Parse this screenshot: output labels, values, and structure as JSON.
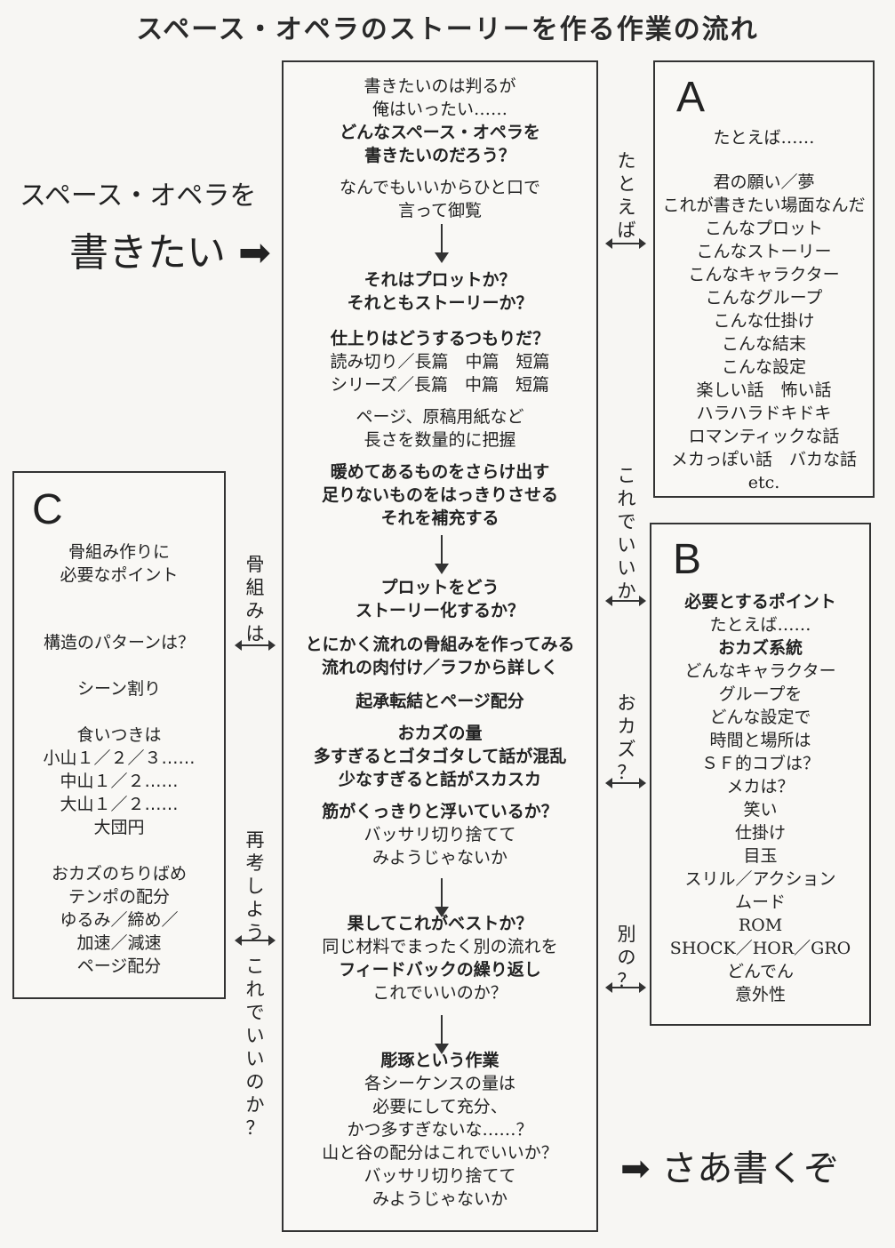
{
  "title": "スペース・オペラのストーリーを作る作業の流れ",
  "left_label": {
    "line1": "スペース・オペラを",
    "line2": "書きたい ➡"
  },
  "end_label": "➡ さあ書くぞ",
  "center_lines": [
    {
      "text": "書きたいのは判るが",
      "bold": false
    },
    {
      "text": "俺はいったい……",
      "bold": false
    },
    {
      "text": "どんなスペース・オペラを",
      "bold": true
    },
    {
      "text": "書きたいのだろう？",
      "bold": true
    },
    {
      "text": "なんでもいいからひと口で",
      "bold": false
    },
    {
      "text": "言って御覧",
      "bold": false
    },
    {
      "text": "それはプロットか？",
      "bold": true
    },
    {
      "text": "それともストーリーか？",
      "bold": true
    },
    {
      "text": "仕上りはどうするつもりだ？",
      "bold": true
    },
    {
      "text": "読み切り／長篇　中篇　短篇",
      "bold": false
    },
    {
      "text": "シリーズ／長篇　中篇　短篇",
      "bold": false
    },
    {
      "text": "ページ、原稿用紙など",
      "bold": false
    },
    {
      "text": "長さを数量的に把握",
      "bold": false
    },
    {
      "text": "暖めてあるものをさらけ出す",
      "bold": true
    },
    {
      "text": "足りないものをはっきりさせる",
      "bold": true
    },
    {
      "text": "それを補充する",
      "bold": true
    },
    {
      "text": "プロットをどう",
      "bold": true
    },
    {
      "text": "ストーリー化するか？",
      "bold": true
    },
    {
      "text": "とにかく流れの骨組みを作ってみる",
      "bold": true
    },
    {
      "text": "流れの肉付け／ラフから詳しく",
      "bold": true
    },
    {
      "text": "起承転結とページ配分",
      "bold": true
    },
    {
      "text": "おカズの量",
      "bold": true
    },
    {
      "text": "多すぎるとゴタゴタして話が混乱",
      "bold": true
    },
    {
      "text": "少なすぎると話がスカスカ",
      "bold": true
    },
    {
      "text": "筋がくっきりと浮いているか？",
      "bold": true
    },
    {
      "text": "バッサリ切り捨てて",
      "bold": false
    },
    {
      "text": "みようじゃないか",
      "bold": false
    },
    {
      "text": "果してこれがベストか？",
      "bold": true
    },
    {
      "text": "同じ材料でまったく別の流れを",
      "bold": false
    },
    {
      "text": "フィードバックの繰り返し",
      "bold": true
    },
    {
      "text": "これでいいのか？",
      "bold": false
    },
    {
      "text": "彫琢という作業",
      "bold": true
    },
    {
      "text": "各シーケンスの量は",
      "bold": false
    },
    {
      "text": "必要にして充分、",
      "bold": false
    },
    {
      "text": "かつ多すぎないな……？",
      "bold": false
    },
    {
      "text": "山と谷の配分はこれでいいか？",
      "bold": false
    },
    {
      "text": "バッサリ切り捨てて",
      "bold": false
    },
    {
      "text": "みようじゃないか",
      "bold": false
    }
  ],
  "box_a": {
    "letter": "A",
    "lines": [
      "たとえば……",
      "",
      "君の願い／夢",
      "これが書きたい場面なんだ",
      "こんなプロット",
      "こんなストーリー",
      "こんなキャラクター",
      "こんなグループ",
      "こんな仕掛け",
      "こんな結末",
      "こんな設定",
      "楽しい話　怖い話",
      "ハラハラドキドキ",
      "ロマンティックな話",
      "メカっぽい話　バカな話",
      "etc."
    ]
  },
  "box_b": {
    "letter": "B",
    "lines": [
      {
        "text": "必要とするポイント",
        "bold": true
      },
      {
        "text": "たとえば……",
        "bold": false
      },
      {
        "text": "おカズ系統",
        "bold": true
      },
      {
        "text": "どんなキャラクター",
        "bold": false
      },
      {
        "text": "グループを",
        "bold": false
      },
      {
        "text": "どんな設定で",
        "bold": false
      },
      {
        "text": "時間と場所は",
        "bold": false
      },
      {
        "text": "ＳＦ的コブは？",
        "bold": false
      },
      {
        "text": "メカは？",
        "bold": false
      },
      {
        "text": "笑い",
        "bold": false
      },
      {
        "text": "仕掛け",
        "bold": false
      },
      {
        "text": "目玉",
        "bold": false
      },
      {
        "text": "スリル／アクション",
        "bold": false
      },
      {
        "text": "ムード",
        "bold": false
      },
      {
        "text": "ROM",
        "bold": false
      },
      {
        "text": "SHOCK／HOR／GRO",
        "bold": false
      },
      {
        "text": "どんでん",
        "bold": false
      },
      {
        "text": "意外性",
        "bold": false
      }
    ]
  },
  "box_c": {
    "letter": "C",
    "lines": [
      "骨組み作りに",
      "必要なポイント",
      "",
      "構造のパターンは？",
      "",
      "シーン割り",
      "",
      "食いつきは",
      "小山１／２／３……",
      "中山１／２……",
      "大山１／２……",
      "大団円",
      "",
      "おカズのちりばめ",
      "テンポの配分",
      "ゆるみ／締め／",
      "加速／減速",
      "ページ配分"
    ]
  },
  "connectors": {
    "tatoeba": "たとえば",
    "koredeiika": "これでいいか",
    "okazu": "おカズ？",
    "betsuno": "別の？",
    "honegumi": "骨組みは",
    "saikou": "再考しよう",
    "koredeiinoka": "これでいいのか？"
  }
}
